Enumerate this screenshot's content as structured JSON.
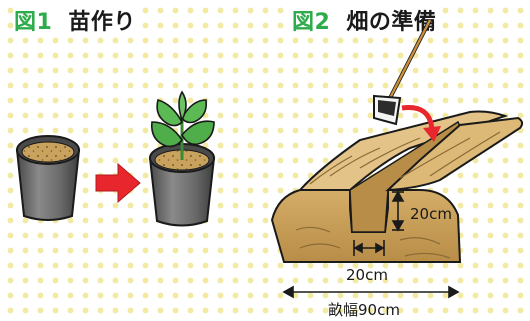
{
  "figure1": {
    "number": "図1",
    "caption": "苗作り"
  },
  "figure2": {
    "number": "図2",
    "caption": "畑の準備",
    "dimensions": {
      "furrow_depth": "20cm",
      "furrow_width": "20cm",
      "bed_width": "畝幅90cm"
    }
  },
  "colors": {
    "figure_number": "#2eab4a",
    "arrow_red": "#e8262d",
    "leaf_green": "#4fae4a",
    "soil_brown": "#c9a25e",
    "pot_gray": "#6e6e6e",
    "dot_yellow": "#f2e9a3"
  },
  "icons": [
    "red-arrow-icon",
    "hoe-icon",
    "curved-arrow-icon"
  ]
}
